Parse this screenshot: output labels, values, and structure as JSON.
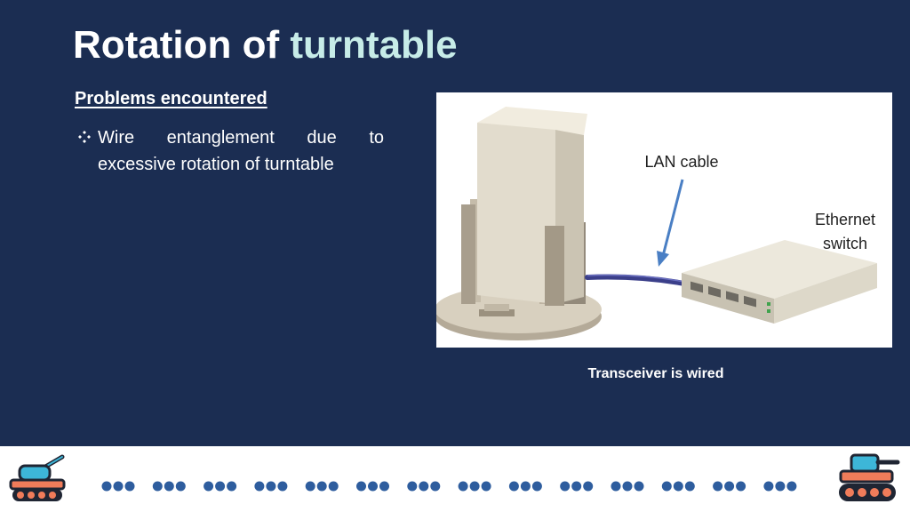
{
  "slide": {
    "title_prefix": "Rotation of",
    "title_accent": "turntable",
    "subtitle": "Problems encountered",
    "bullet_text": "Wire entanglement due to excessive rotation of turntable",
    "figure": {
      "label_lan": "LAN cable",
      "label_switch_line1": "Ethernet",
      "label_switch_line2": "switch"
    },
    "caption": "Transceiver is wired"
  },
  "colors": {
    "background": "#1b2d52",
    "title_accent": "#c7ece8",
    "footer": "#ffffff",
    "dots": "#2e5d9e",
    "cable": "#3b3f8a",
    "arrow": "#4a7fc4"
  },
  "footer": {
    "dot_groups": 14
  }
}
